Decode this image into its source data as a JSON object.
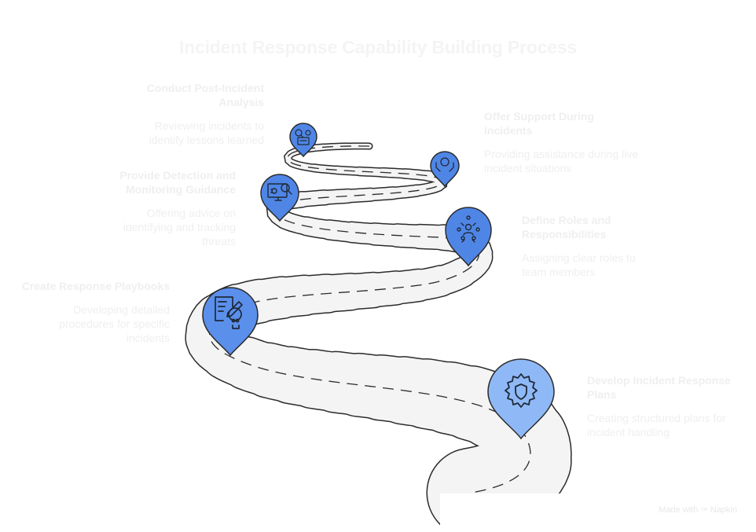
{
  "title": "Incident Response Capability Building Process",
  "steps": [
    {
      "heading": "Develop Incident Response Plans",
      "desc": "Creating structured plans for incident handling",
      "icon": "shield-gear-icon"
    },
    {
      "heading": "Create Response Playbooks",
      "desc": "Developing detailed procedures for specific incidents",
      "icon": "playbook-skull-icon"
    },
    {
      "heading": "Define Roles and Responsibilities",
      "desc": "Assigning clear roles to team members",
      "icon": "team-roles-icon"
    },
    {
      "heading": "Provide Detection and Monitoring Guidance",
      "desc": "Offering advice on identifying and tracking threats",
      "icon": "monitor-bug-search-icon"
    },
    {
      "heading": "Offer Support During Incidents",
      "desc": "Providing assistance during live incident situations",
      "icon": "hands-support-icon"
    },
    {
      "heading": "Conduct Post-Incident Analysis",
      "desc": "Reviewing incidents to identify lessons learned",
      "icon": "analysis-search-gear-icon"
    }
  ],
  "footer": {
    "made_with": "Made with",
    "brand": "Napkin"
  },
  "colors": {
    "road": "#f4f4f4",
    "road_edge": "#2b2b2b",
    "pin_dark": "#4f86e6",
    "pin_light": "#8fb9f6",
    "pin_darkest": "#3e72d6"
  }
}
